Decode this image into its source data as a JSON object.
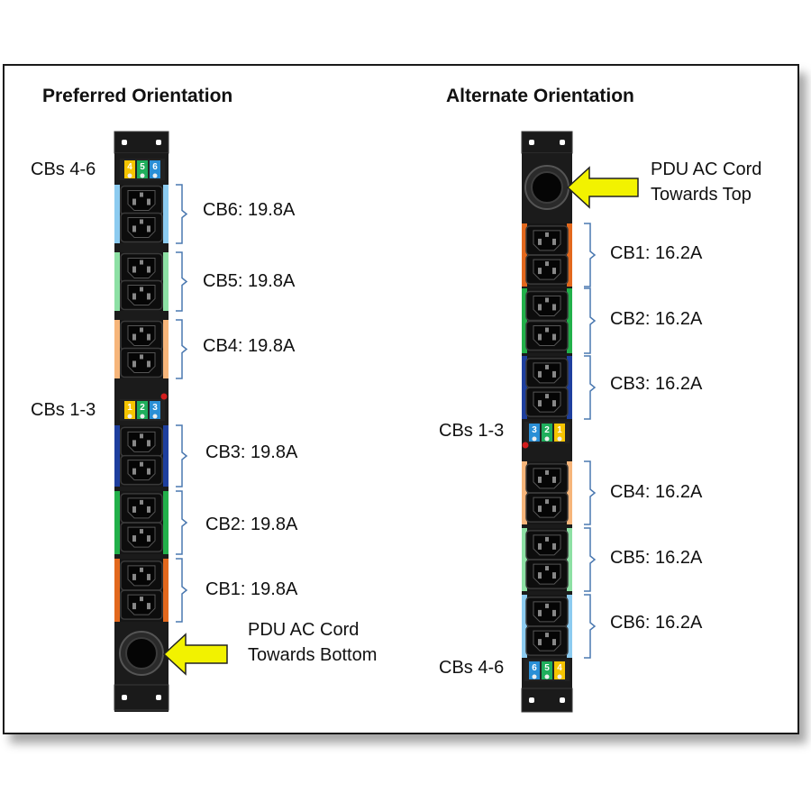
{
  "left": {
    "title": "Preferred Orientation",
    "cbs_top_label": "CBs 4-6",
    "cbs_mid_label": "CBs 1-3",
    "breakers": [
      {
        "label": "CB6: 19.8A",
        "color": "#8ccbf0"
      },
      {
        "label": "CB5: 19.8A",
        "color": "#8de0a4"
      },
      {
        "label": "CB4: 19.8A",
        "color": "#f6b57a"
      },
      {
        "label": "CB3: 19.8A",
        "color": "#1e3f9e"
      },
      {
        "label": "CB2: 19.8A",
        "color": "#22b04a"
      },
      {
        "label": "CB1: 19.8A",
        "color": "#e2681d"
      }
    ],
    "cord_label_line1": "PDU AC Cord",
    "cord_label_line2": "Towards Bottom",
    "top_switch_digits": [
      "4",
      "5",
      "6"
    ],
    "mid_switch_digits": [
      "1",
      "2",
      "3"
    ]
  },
  "right": {
    "title": "Alternate Orientation",
    "cord_label_line1": "PDU AC Cord",
    "cord_label_line2": "Towards Top",
    "breakers": [
      {
        "label": "CB1: 16.2A",
        "color": "#e2681d"
      },
      {
        "label": "CB2: 16.2A",
        "color": "#22b04a"
      },
      {
        "label": "CB3: 16.2A",
        "color": "#1e3f9e"
      },
      {
        "label": "CB4: 16.2A",
        "color": "#f6b57a"
      },
      {
        "label": "CB5: 16.2A",
        "color": "#8de0a4"
      },
      {
        "label": "CB6: 16.2A",
        "color": "#8ccbf0"
      }
    ],
    "cbs_mid_label": "CBs 1-3",
    "cbs_bottom_label": "CBs 4-6",
    "mid_switch_digits": [
      "3",
      "2",
      "1"
    ],
    "bottom_switch_digits": [
      "6",
      "5",
      "4"
    ]
  },
  "colors": {
    "arrow_fill": "#f2f200",
    "bracket": "#4a78b0",
    "pdu_body": "#1b1b1b",
    "switch_yellow": "#f5c400",
    "switch_green": "#1fae5c",
    "switch_blue": "#2a8fd6"
  }
}
